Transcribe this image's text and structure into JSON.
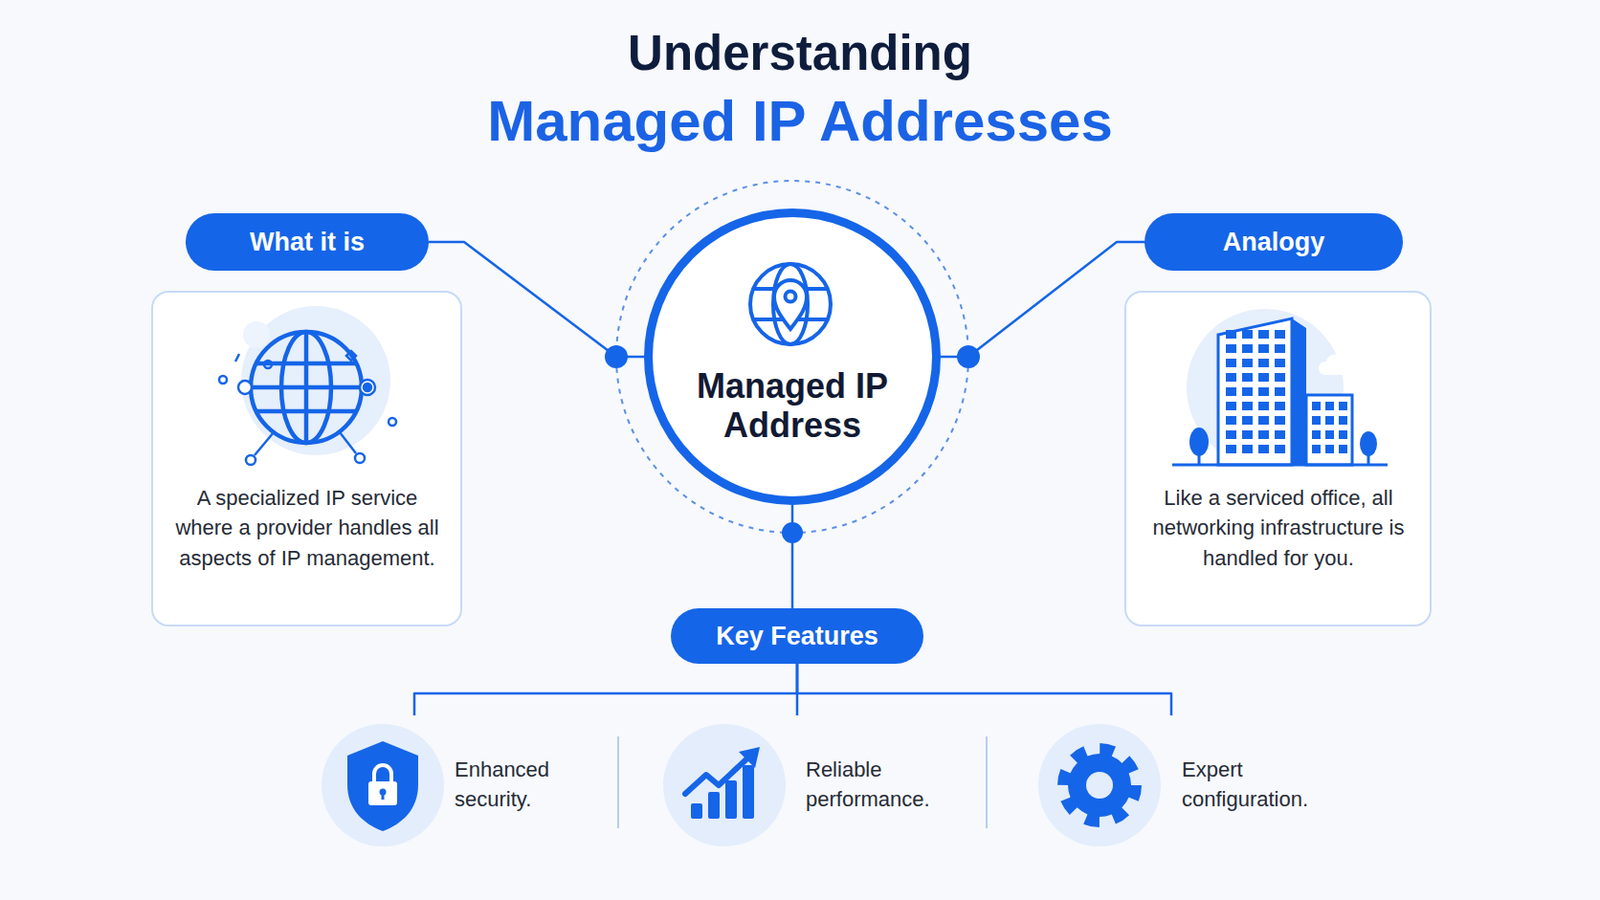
{
  "diagram": {
    "title": "Understanding",
    "nodes": [
      {
        "text": [
          "What it is"
        ]
      },
      {
        "text": [
          "A specialized IP service where a provider handles all aspects of IP management."
        ]
      },
      {
        "text": [
          "Managed IP Address"
        ]
      },
      {
        "text": [
          "Analogy"
        ]
      },
      {
        "text": [
          "Like a serviced office, all networking infrastructure is handled for you."
        ]
      },
      {
        "text": [
          "Key Features"
        ]
      },
      {
        "text": [
          "Enhanced security."
        ]
      },
      {
        "text": [
          "Reliable performance."
        ]
      },
      {
        "text": [
          "Expert configuration."
        ]
      }
    ],
    "edges": [
      {
        "from": 0,
        "to": 2,
        "arrow": "none"
      },
      {
        "from": 2,
        "to": 3,
        "arrow": "none"
      },
      {
        "from": 2,
        "to": 5,
        "arrow": "none"
      },
      {
        "from": 5,
        "to": 6,
        "arrow": "none"
      },
      {
        "from": 5,
        "to": 7,
        "arrow": "none"
      },
      {
        "from": 5,
        "to": 8,
        "arrow": "none"
      }
    ],
    "labels": [
      "Managed IP Addresses"
    ]
  }
}
